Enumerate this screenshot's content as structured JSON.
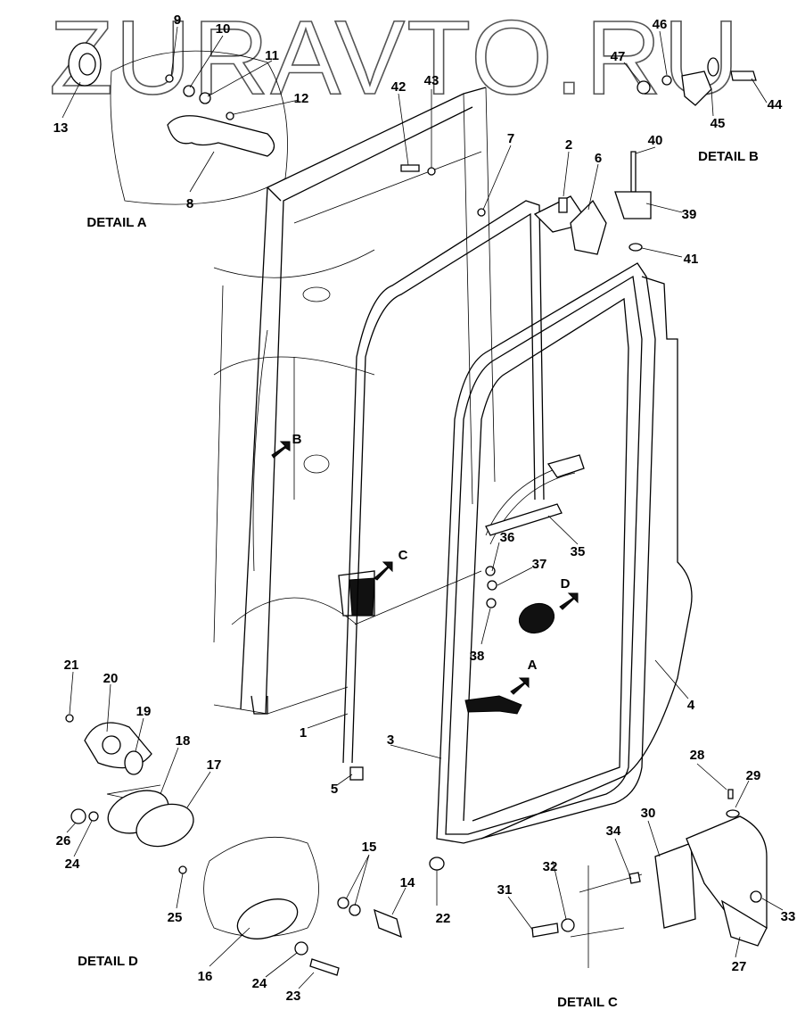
{
  "watermark": "ZURAVTO.RU",
  "details": {
    "a": "DETAIL A",
    "b": "DETAIL B",
    "c": "DETAIL C",
    "d": "DETAIL D"
  },
  "arrows": {
    "a": "A",
    "b": "B",
    "c": "C",
    "d": "D"
  },
  "labels": {
    "p1": "1",
    "p2": "2",
    "p3": "3",
    "p4": "4",
    "p5": "5",
    "p6": "6",
    "p7": "7",
    "p8": "8",
    "p9": "9",
    "p10": "10",
    "p11": "11",
    "p12": "12",
    "p13": "13",
    "p14": "14",
    "p15": "15",
    "p16": "16",
    "p17": "17",
    "p18": "18",
    "p19": "19",
    "p20": "20",
    "p21": "21",
    "p22": "22",
    "p23": "23",
    "p24": "24",
    "p25": "25",
    "p26": "26",
    "p27": "27",
    "p28": "28",
    "p29": "29",
    "p30": "30",
    "p31": "31",
    "p32": "32",
    "p33": "33",
    "p34": "34",
    "p35": "35",
    "p36": "36",
    "p37": "37",
    "p38": "38",
    "p39": "39",
    "p40": "40",
    "p41": "41",
    "p42": "42",
    "p43": "43",
    "p44": "44",
    "p45": "45",
    "p46": "46",
    "p47": "47"
  }
}
